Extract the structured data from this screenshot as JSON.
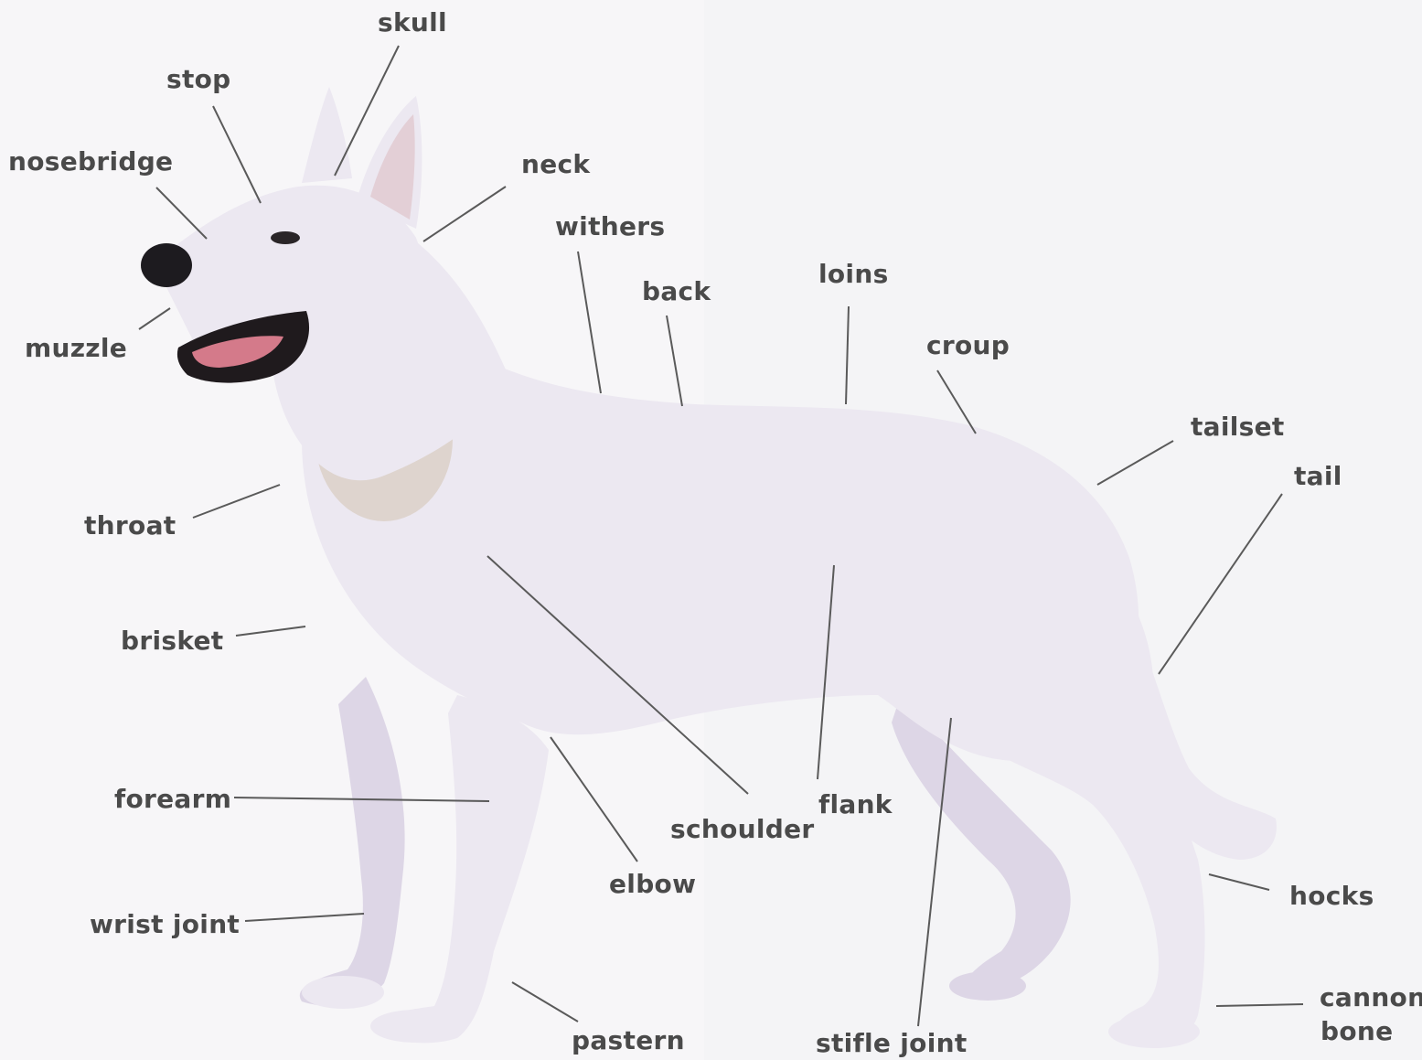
{
  "labels": {
    "skull": "skull",
    "stop": "stop",
    "nosebridge": "nosebridge",
    "neck": "neck",
    "withers": "withers",
    "back": "back",
    "loins": "loins",
    "croup": "croup",
    "muzzle": "muzzle",
    "tailset": "tailset",
    "tail": "tail",
    "throat": "throat",
    "brisket": "brisket",
    "forearm": "forearm",
    "flank": "flank",
    "schoulder": "schoulder",
    "elbow": "elbow",
    "hocks": "hocks",
    "wrist_joint": "wrist joint",
    "cannon_bone_line1": "cannon",
    "cannon_bone_line2": "bone",
    "pastern": "pastern",
    "stifle_joint": "stifle joint"
  },
  "colors": {
    "background": "#f7f6f8",
    "fur": "#ece8f1",
    "label_text": "#4a4a4a",
    "leader_line": "#5a5a5a"
  }
}
